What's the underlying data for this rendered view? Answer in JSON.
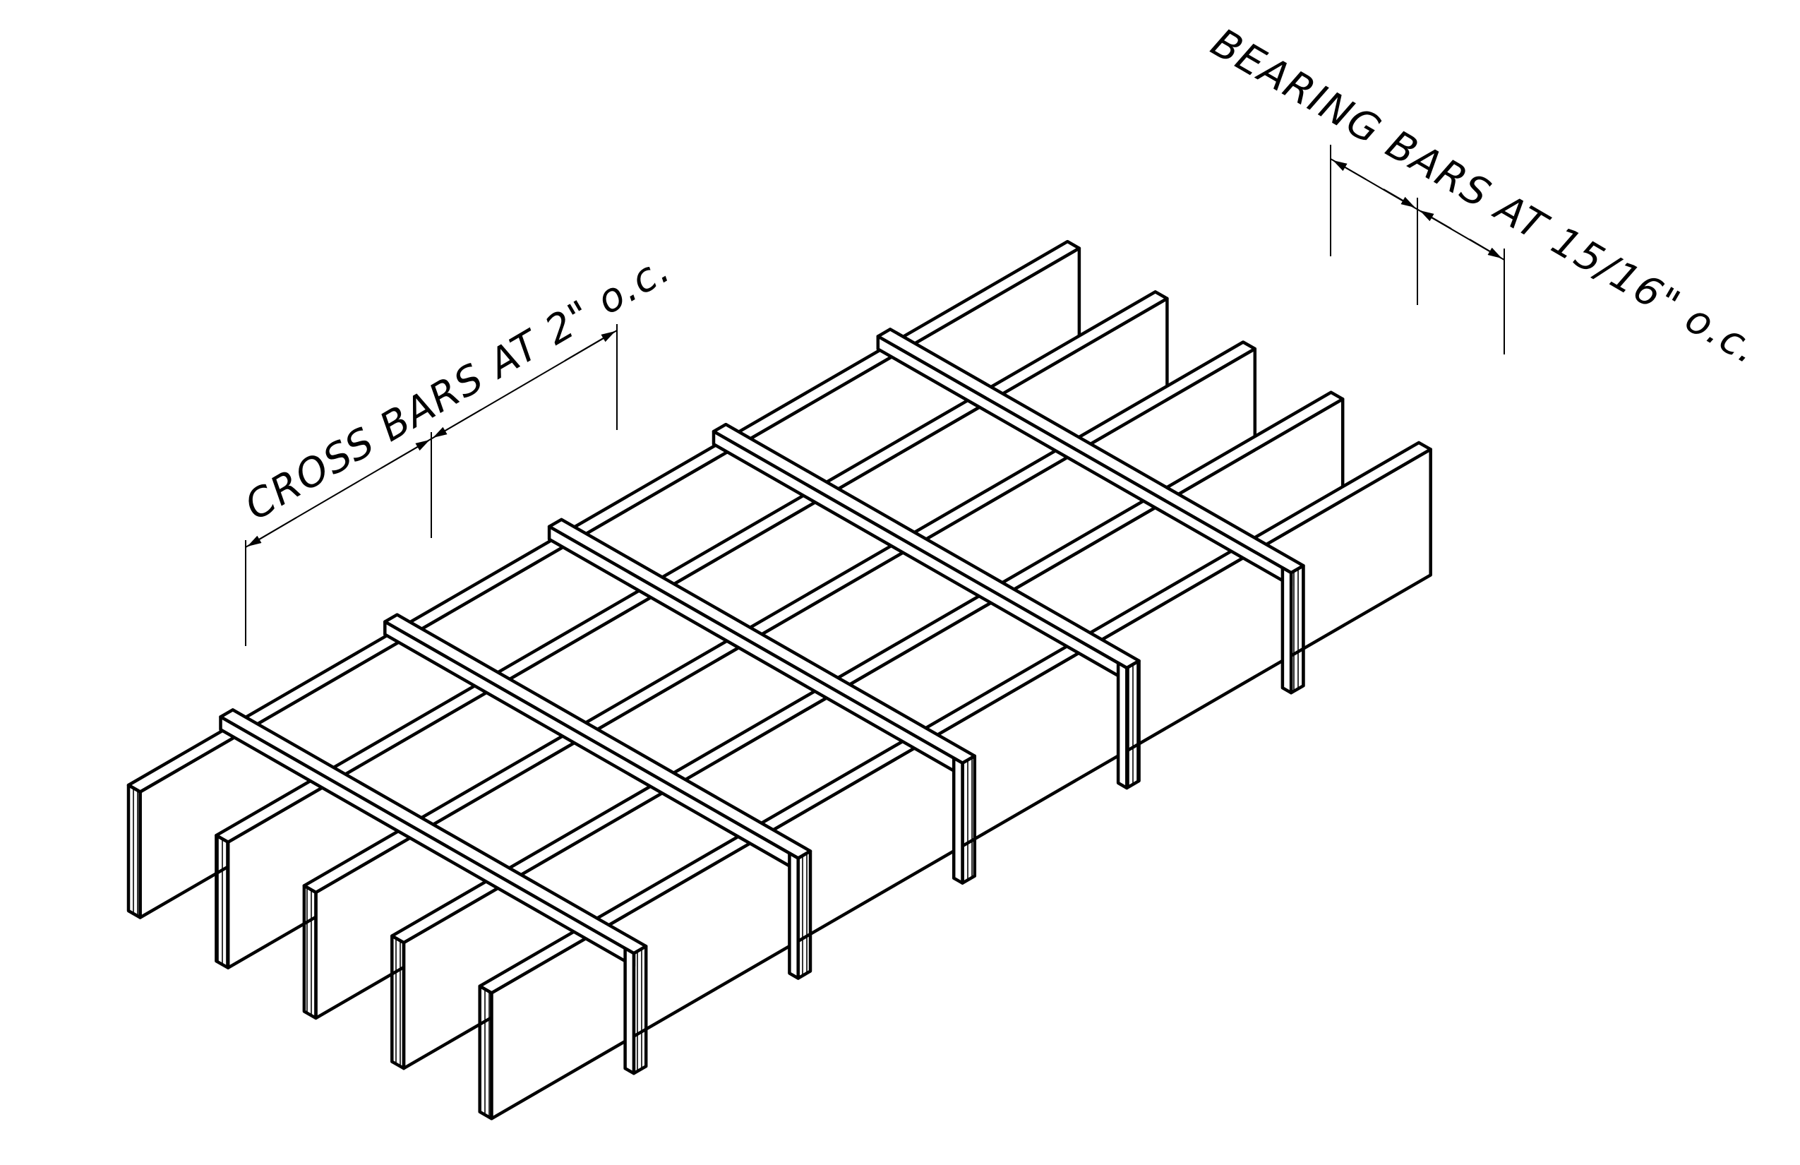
{
  "drawing": {
    "subject": "bar grating isometric detail",
    "bearing_bar_count": 5,
    "cross_bar_count": 5,
    "labels": {
      "cross_bars": "CROSS BARS AT 2\" o.c.",
      "bearing_bars": "BEARING BARS AT 15/16\" o.c."
    }
  },
  "colors": {
    "line": "#000000",
    "face": "#ffffff",
    "background": "#ffffff"
  }
}
